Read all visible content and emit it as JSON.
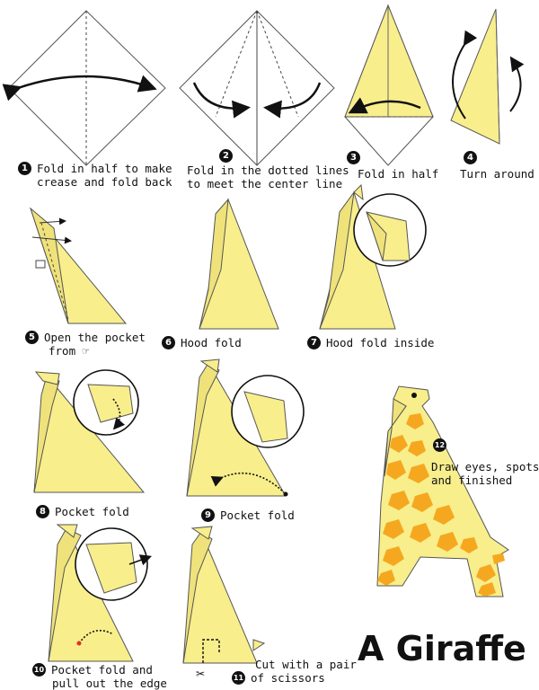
{
  "title": "A Giraffe",
  "colors": {
    "paper": "#f8ee8c",
    "paper_dark": "#efe27a",
    "spot": "#f5a81f",
    "ink": "#111111"
  },
  "steps": [
    {
      "n": "1",
      "line1": "Fold in half to make",
      "line2": "crease and fold back"
    },
    {
      "n": "2",
      "line1": "Fold in the dotted lines",
      "line2": "to meet the center line"
    },
    {
      "n": "3",
      "line1": "Fold in half",
      "line2": ""
    },
    {
      "n": "4",
      "line1": "Turn around",
      "line2": ""
    },
    {
      "n": "5",
      "line1": "Open the pocket",
      "line2": "from"
    },
    {
      "n": "6",
      "line1": "Hood fold",
      "line2": ""
    },
    {
      "n": "7",
      "line1": "Hood fold inside",
      "line2": ""
    },
    {
      "n": "8",
      "line1": "Pocket fold",
      "line2": ""
    },
    {
      "n": "9",
      "line1": "Pocket fold",
      "line2": ""
    },
    {
      "n": "10",
      "line1": "Pocket fold and",
      "line2": "pull out the edge"
    },
    {
      "n": "11",
      "line1": "Cut with a pair",
      "line2": "of scissors"
    },
    {
      "n": "12",
      "line1": "Draw eyes, spots",
      "line2": "and finished"
    }
  ]
}
